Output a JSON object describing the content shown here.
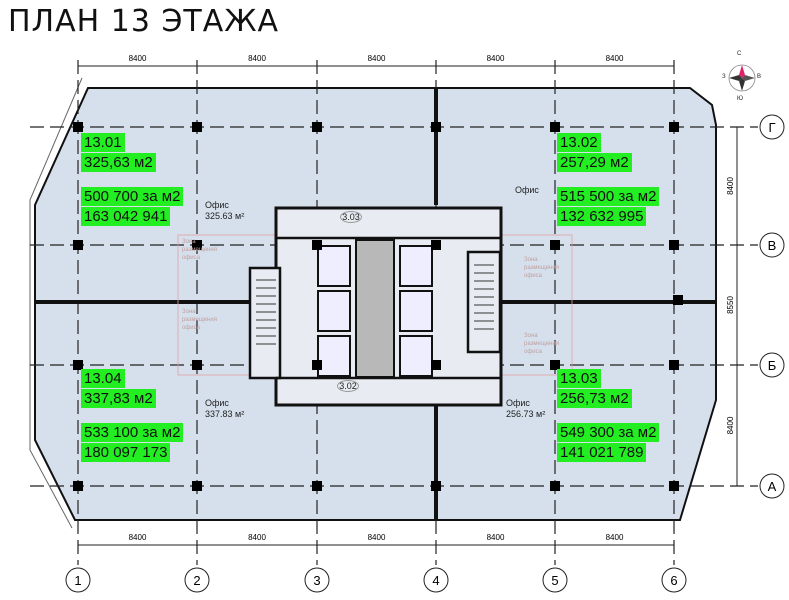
{
  "title": "ПЛАН 13 ЭТАЖА",
  "dimensions": {
    "top": [
      "8400",
      "8400",
      "8400",
      "8400",
      "8400"
    ],
    "bottom": [
      "8400",
      "8400",
      "8400",
      "8400",
      "8400"
    ],
    "right": [
      "8400",
      "8550",
      "8400"
    ]
  },
  "axes": {
    "columns": [
      "1",
      "2",
      "3",
      "4",
      "5",
      "6"
    ],
    "rows": [
      "Г",
      "В",
      "Б",
      "А"
    ]
  },
  "compass": {
    "n": "С",
    "s": "Ю",
    "w": "З",
    "e": "В"
  },
  "units": [
    {
      "id": "13.01",
      "area": "325,63 м2",
      "price": "500 700 за м2",
      "total": "163 042 941",
      "office": "Офис",
      "office_area": "325.63 м²"
    },
    {
      "id": "13.02",
      "area": "257,29 м2",
      "price": "515 500 за м2",
      "total": "132 632 995",
      "office": "Офис",
      "office_area": ""
    },
    {
      "id": "13.04",
      "area": "337,83 м2",
      "price": "533 100 за м2",
      "total": "180 097 173",
      "office": "Офис",
      "office_area": "337.83 м²"
    },
    {
      "id": "13.03",
      "area": "256,73 м2",
      "price": "549 300 за м2",
      "total": "141 021 789",
      "office": "Офис",
      "office_area": "256.73 м²"
    }
  ],
  "zone_label": "Зона размещения офиса",
  "rooms": [
    "3.03",
    "3.02"
  ],
  "colors": {
    "floor": "#d6e0ec",
    "highlight": "#22ee22",
    "core": "#b8b8b8",
    "wall": "#111111"
  }
}
